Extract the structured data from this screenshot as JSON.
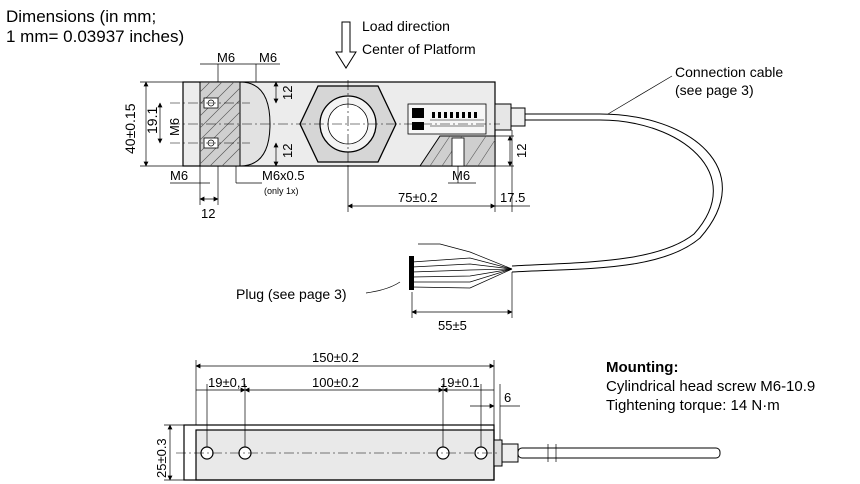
{
  "header": {
    "dimensions_line1": "Dimensions (in mm;",
    "dimensions_line2": "1 mm= 0.03937 inches)"
  },
  "callouts": {
    "load_direction": "Load direction",
    "center_platform": "Center of Platform",
    "connection_cable_1": "Connection cable",
    "connection_cable_2": "(see page 3)",
    "plug": "Plug (see page 3)"
  },
  "top_view": {
    "m6_top_left": "M6",
    "m6_top_right": "M6",
    "dim_40": "40±0.15",
    "dim_19_1": "19.1",
    "m6_side": "M6",
    "dim_12_upper": "12",
    "dim_12_lower": "12",
    "m6_bottom_left": "M6",
    "m6x05": "M6x0.5",
    "only_1x": "(only 1x)",
    "dim_12_bottom": "12",
    "m6_right": "M6",
    "dim_75": "75±0.2",
    "dim_17_5": "17.5",
    "dim_12_right": "12",
    "dim_55": "55±5"
  },
  "side_view": {
    "dim_150": "150±0.2",
    "dim_19_left": "19±0,1",
    "dim_100": "100±0.2",
    "dim_19_right": "19±0.1",
    "dim_6": "6",
    "dim_25": "25±0.3"
  },
  "mounting": {
    "title": "Mounting:",
    "screw": "Cylindrical head screw M6-10.9",
    "torque": "Tightening torque: 14 N·m"
  }
}
